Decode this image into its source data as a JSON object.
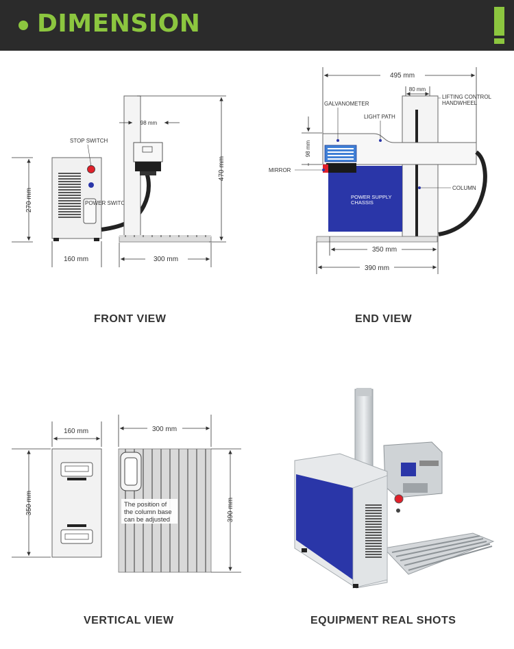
{
  "header": {
    "title": "DIMENSION"
  },
  "front_view": {
    "caption": "FRONT VIEW",
    "stop_switch": "STOP SWITCH",
    "power_switch": "POWER SWITCH",
    "dim_98": "98 mm",
    "dim_270": "270 mm",
    "dim_470": "470 mm",
    "dim_160": "160 mm",
    "dim_300": "300 mm"
  },
  "end_view": {
    "caption": "END VIEW",
    "dim_495": "495 mm",
    "dim_80": "80 mm",
    "lifting_1": "LIFTING CONTROL",
    "lifting_2": "HANDWHEEL",
    "galvanometer": "GALVANOMETER",
    "light_path": "LIGHT PATH",
    "dim_98": "98 mm",
    "mirror": "MIRROR",
    "power_1": "POWER SUPPLY",
    "power_2": "CHASSIS",
    "column": "COLUMN",
    "dim_350": "350 mm",
    "dim_390": "390 mm"
  },
  "vertical_view": {
    "caption": "VERTICAL VIEW",
    "dim_160": "160 mm",
    "dim_300": "300 mm",
    "dim_350": "350 mm",
    "dim_390": "390 mm",
    "note_1": "The position of",
    "note_2": "the column base",
    "note_3": "can be adjusted"
  },
  "real_shots": {
    "caption": "EQUIPMENT REAL SHOTS"
  },
  "colors": {
    "accent": "#8cc63f",
    "header_bg": "#2b2b2b",
    "chassis_blue": "#2a36a8",
    "stop_red": "#e0202a"
  }
}
